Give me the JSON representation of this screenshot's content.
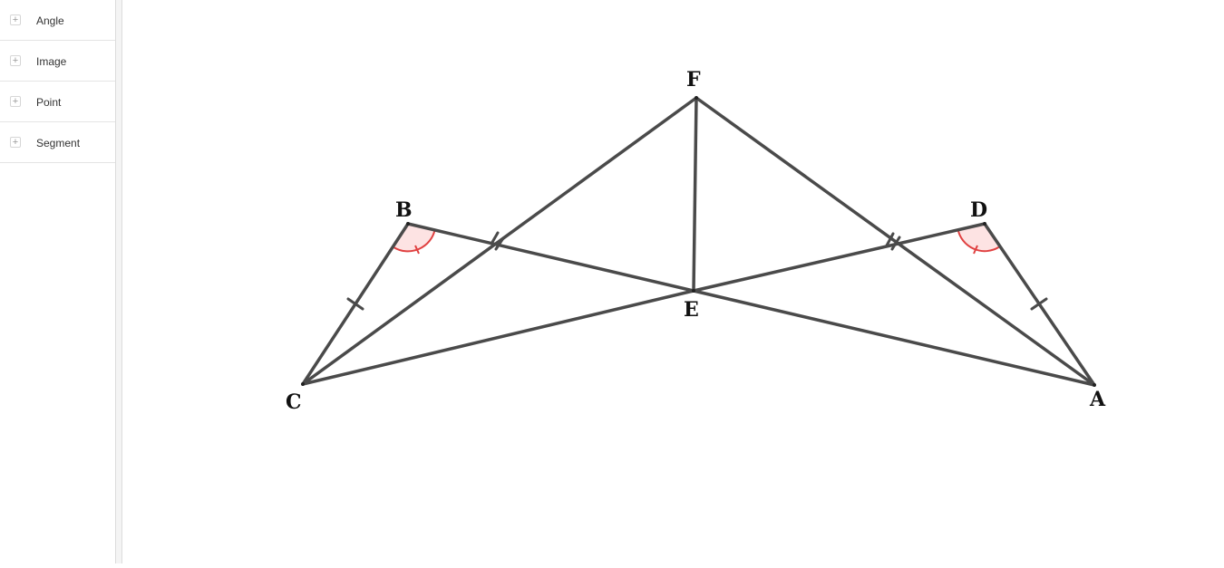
{
  "algebra_view": {
    "categories": [
      {
        "label": "Angle",
        "toggle": "+"
      },
      {
        "label": "Image",
        "toggle": "+"
      },
      {
        "label": "Point",
        "toggle": "+"
      },
      {
        "label": "Segment",
        "toggle": "+"
      }
    ]
  },
  "figure": {
    "points": {
      "A": {
        "label": "A"
      },
      "B": {
        "label": "B"
      },
      "C": {
        "label": "C"
      },
      "D": {
        "label": "D"
      },
      "E": {
        "label": "E"
      },
      "F": {
        "label": "F"
      }
    },
    "segment_color": "#4a4a4a",
    "angle_color": "#e04040",
    "angle_fill": "#fde0e0"
  }
}
